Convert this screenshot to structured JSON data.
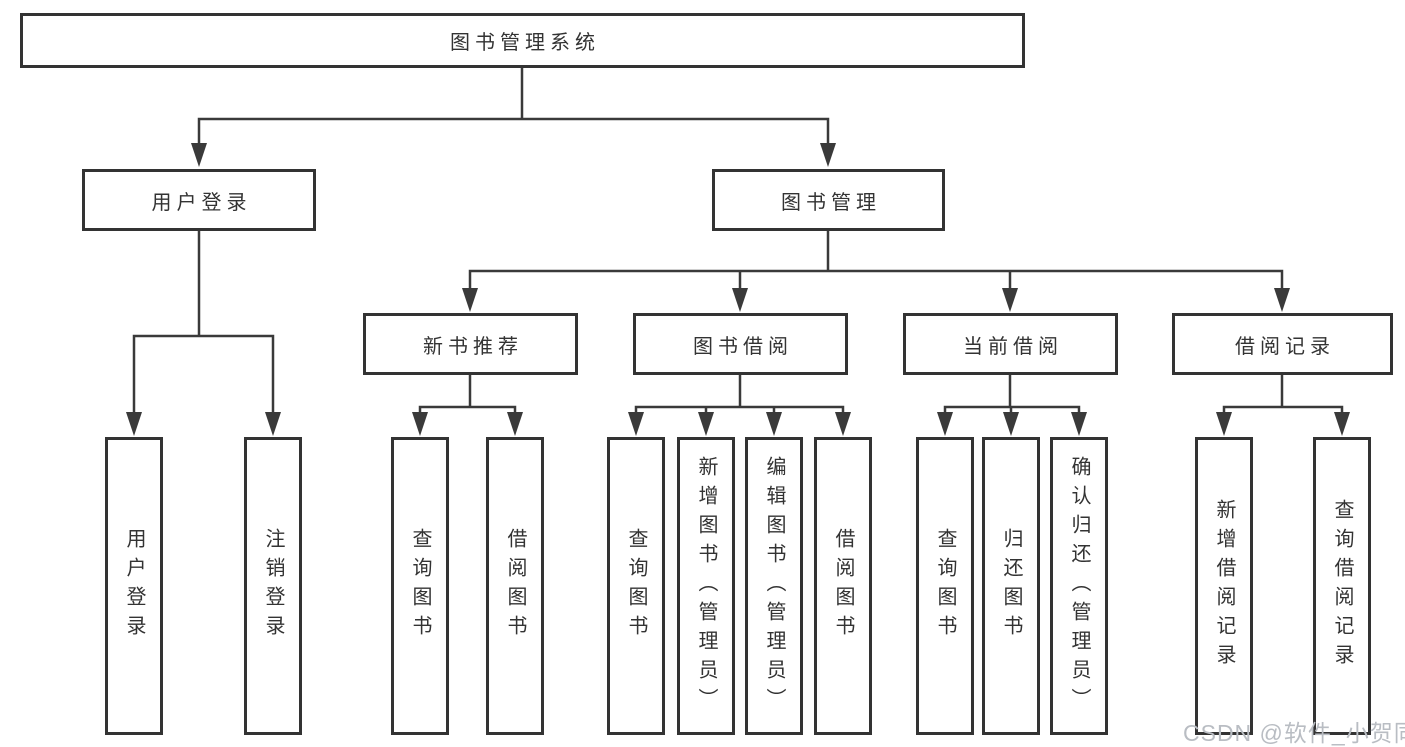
{
  "diagram": {
    "root": {
      "label": "图书管理系统"
    },
    "level1": [
      {
        "label": "用户登录"
      },
      {
        "label": "图书管理"
      }
    ],
    "level2": [
      {
        "label": "新书推荐"
      },
      {
        "label": "图书借阅"
      },
      {
        "label": "当前借阅"
      },
      {
        "label": "借阅记录"
      }
    ],
    "leaves": {
      "user_login": [
        {
          "label": "用户登录"
        },
        {
          "label": "注销登录"
        }
      ],
      "new_books": [
        {
          "label": "查询图书"
        },
        {
          "label": "借阅图书"
        }
      ],
      "book_borrow": [
        {
          "label": "查询图书"
        },
        {
          "label": "新增图书（管理员）"
        },
        {
          "label": "编辑图书（管理员）"
        },
        {
          "label": "借阅图书"
        }
      ],
      "current_borrow": [
        {
          "label": "查询图书"
        },
        {
          "label": "归还图书"
        },
        {
          "label": "确认归还（管理员）"
        }
      ],
      "borrow_records": [
        {
          "label": "新增借阅记录"
        },
        {
          "label": "查询借阅记录"
        }
      ]
    }
  },
  "watermark": {
    "text": "CSDN @软件_小贺同学"
  },
  "colors": {
    "line": "#3a3a3a",
    "box_border": "#333333",
    "text": "#333333",
    "watermark": "#b9bdc3",
    "background": "#ffffff"
  }
}
